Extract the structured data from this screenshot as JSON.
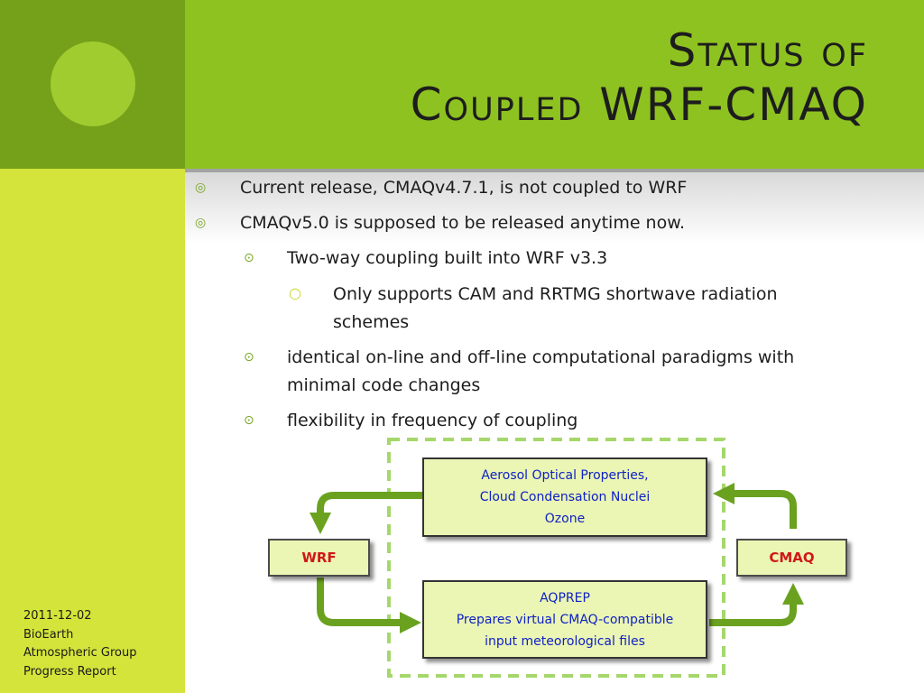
{
  "title": {
    "line1": "Status of",
    "line2_a": "Coupled",
    "line2_b": " WRF-CMAQ"
  },
  "bullets": [
    {
      "text": "Current release, CMAQv4.7.1, is not coupled to WRF"
    },
    {
      "text": "CMAQv5.0 is supposed to be released anytime now."
    },
    {
      "text": "Two-way coupling built into WRF v3.3"
    },
    {
      "text_a": "Only supports CAM and RRTMG shortwave radiation",
      "text_b": "schemes"
    },
    {
      "text_a": "identical on-line and off-line computational paradigms with",
      "text_b": "minimal code changes"
    },
    {
      "text": "flexibility in frequency of coupling"
    }
  ],
  "diagram": {
    "top_box": [
      "Aerosol Optical Properties,",
      "Cloud Condensation Nuclei",
      "Ozone"
    ],
    "bottom_box": [
      "AQPREP",
      "Prepares  virtual CMAQ-compatible",
      "input meteorological files"
    ],
    "left_node": "WRF",
    "right_node": "CMAQ"
  },
  "footer": [
    "2011-12-02",
    "BioEarth",
    "Atmospheric Group",
    "Progress Report"
  ],
  "colors": {
    "header_green": "#8ec220",
    "dark_green": "#74a01a",
    "lime": "#d4e43a",
    "box_fill": "#ebf5b4",
    "box_text": "#0f22c6",
    "node_text": "#d01818",
    "arrow_green": "#6aa21f"
  }
}
